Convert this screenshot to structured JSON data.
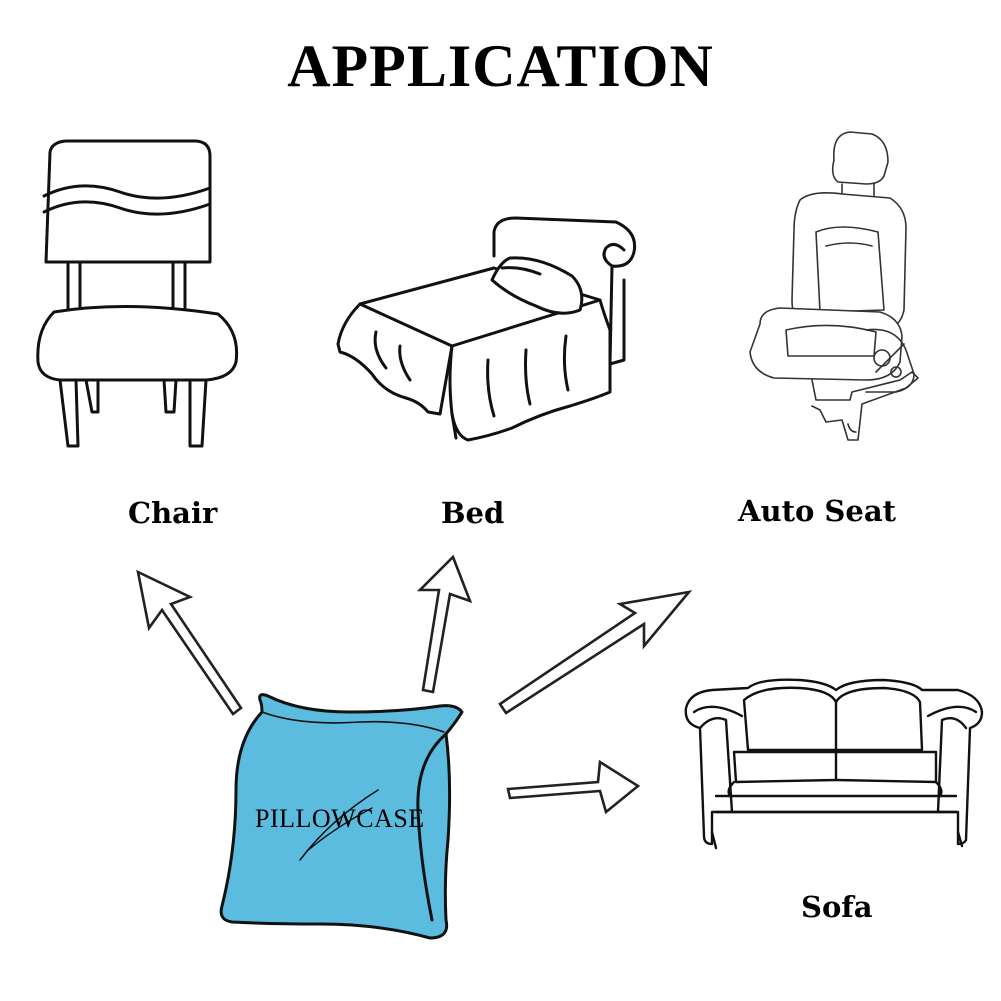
{
  "title": "APPLICATION",
  "items": {
    "chair": {
      "label": "Chair",
      "icon": "chair-icon"
    },
    "bed": {
      "label": "Bed",
      "icon": "bed-icon"
    },
    "auto_seat": {
      "label": "Auto Seat",
      "icon": "car-seat-icon"
    },
    "sofa": {
      "label": "Sofa",
      "icon": "sofa-icon"
    }
  },
  "pillow": {
    "label": "PILLOWCASE",
    "icon": "pillow-icon",
    "color": "#5bbcdf"
  },
  "colors": {
    "stroke": "#111111",
    "background": "#ffffff"
  }
}
